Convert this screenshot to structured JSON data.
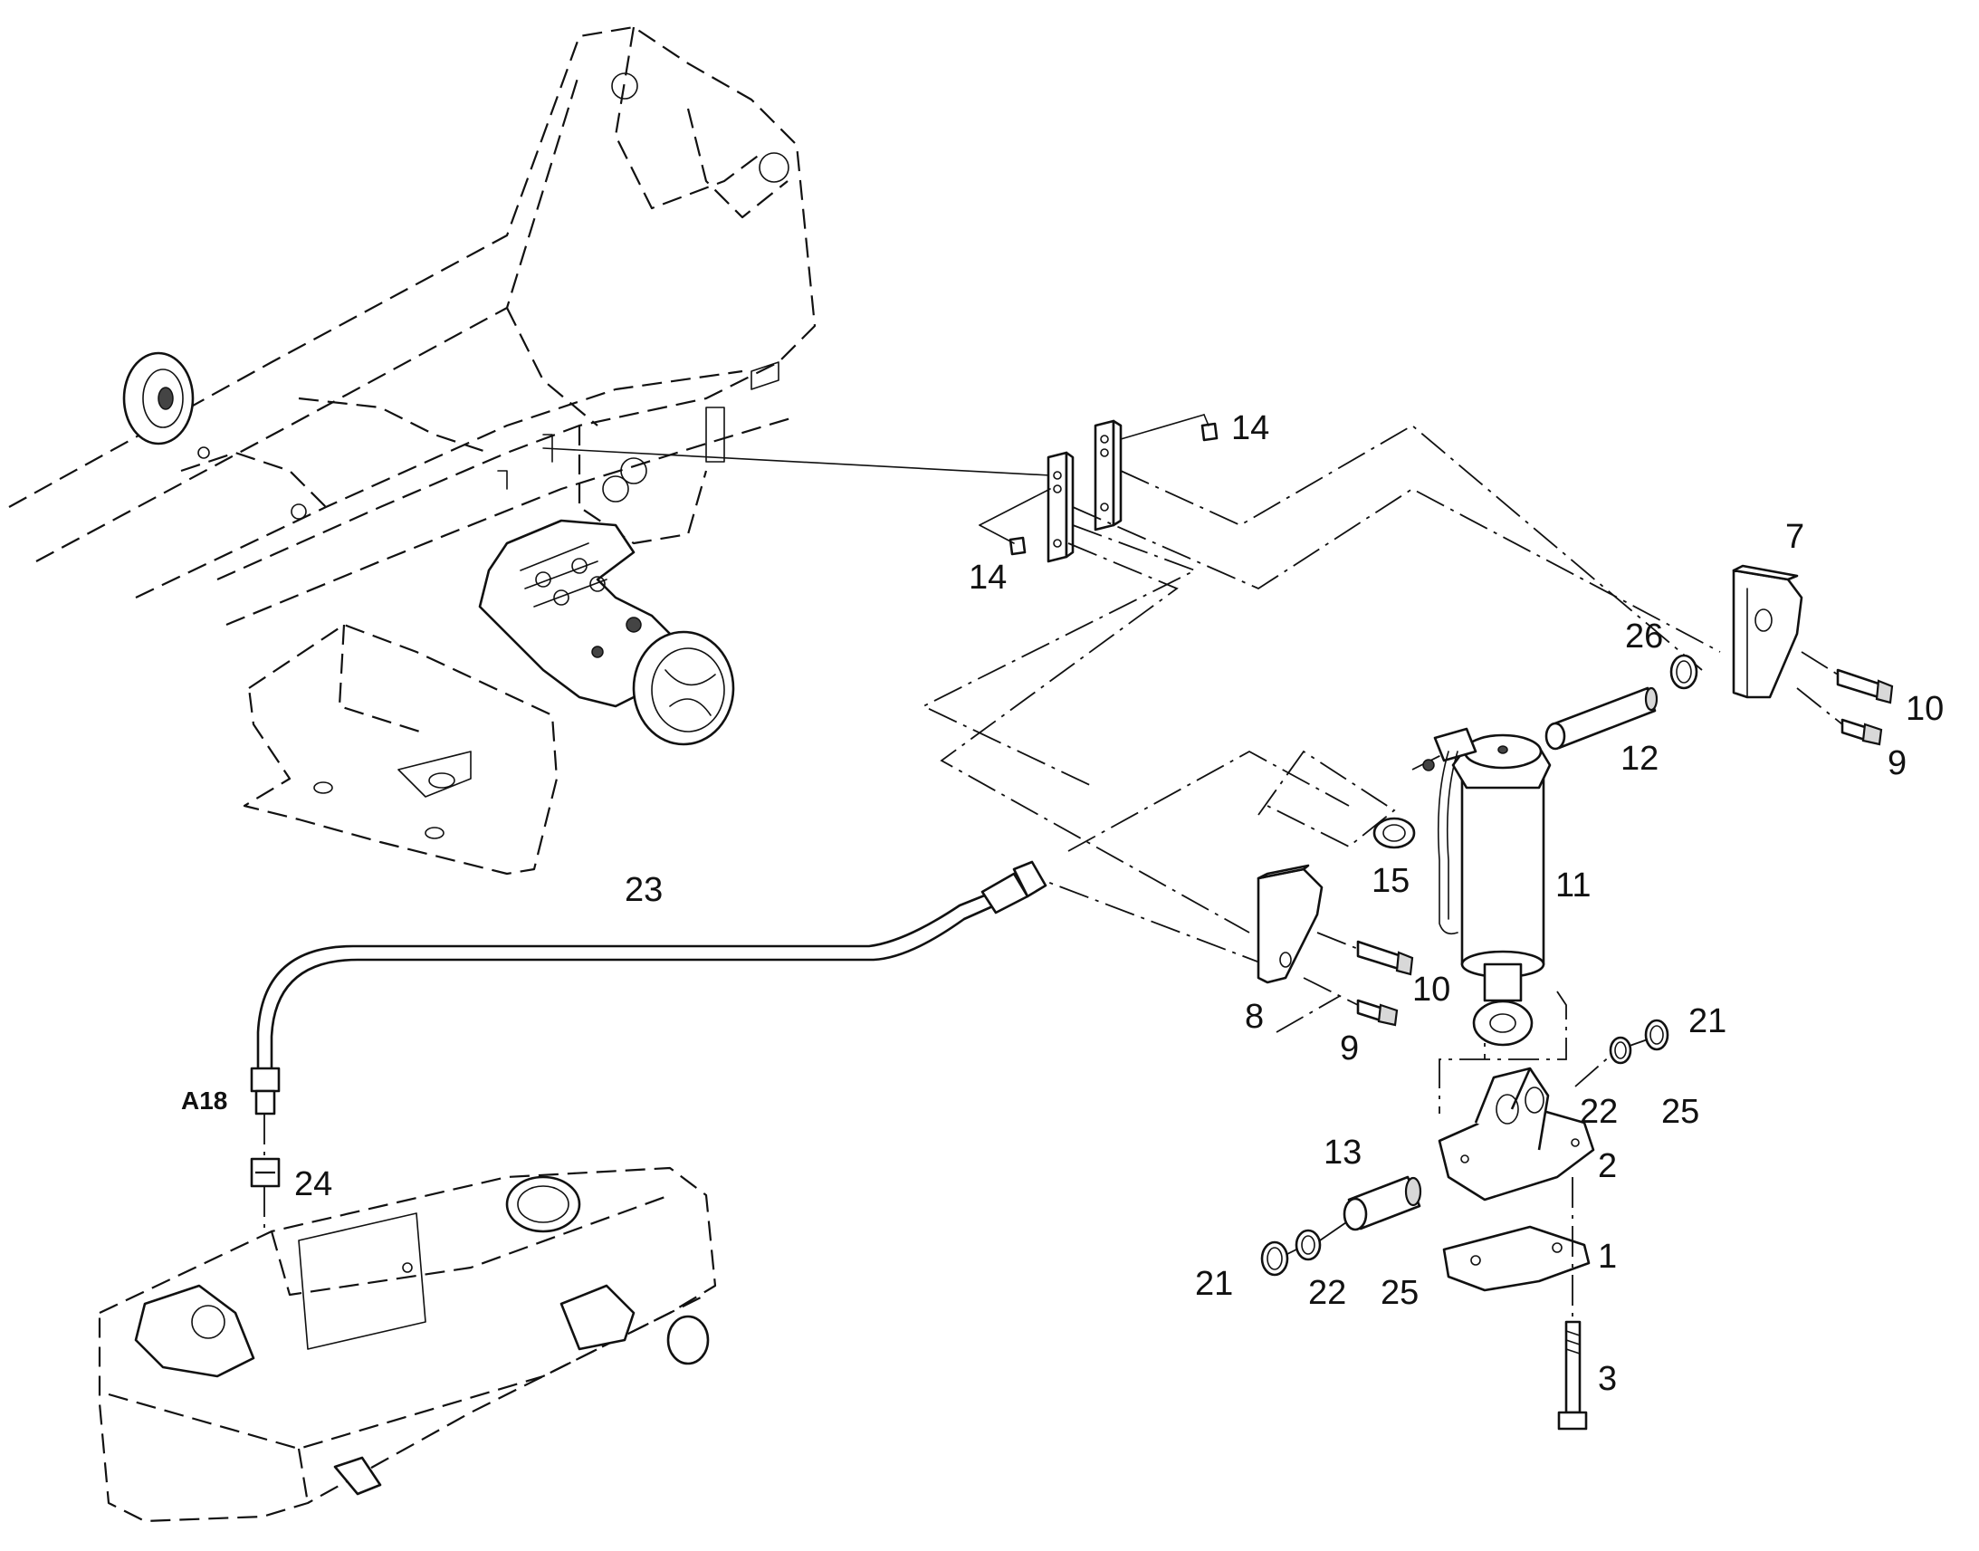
{
  "callouts": {
    "c1": "1",
    "c2": "2",
    "c3": "3",
    "c7": "7",
    "c8": "8",
    "c9a": "9",
    "c9b": "9",
    "c10a": "10",
    "c10b": "10",
    "c11": "11",
    "c12": "12",
    "c13": "13",
    "c14a": "14",
    "c14b": "14",
    "c15": "15",
    "c21a": "21",
    "c21b": "21",
    "c22a": "22",
    "c22b": "22",
    "c23": "23",
    "c24": "24",
    "c25a": "25",
    "c25b": "25",
    "c26": "26",
    "a18": "A18"
  }
}
